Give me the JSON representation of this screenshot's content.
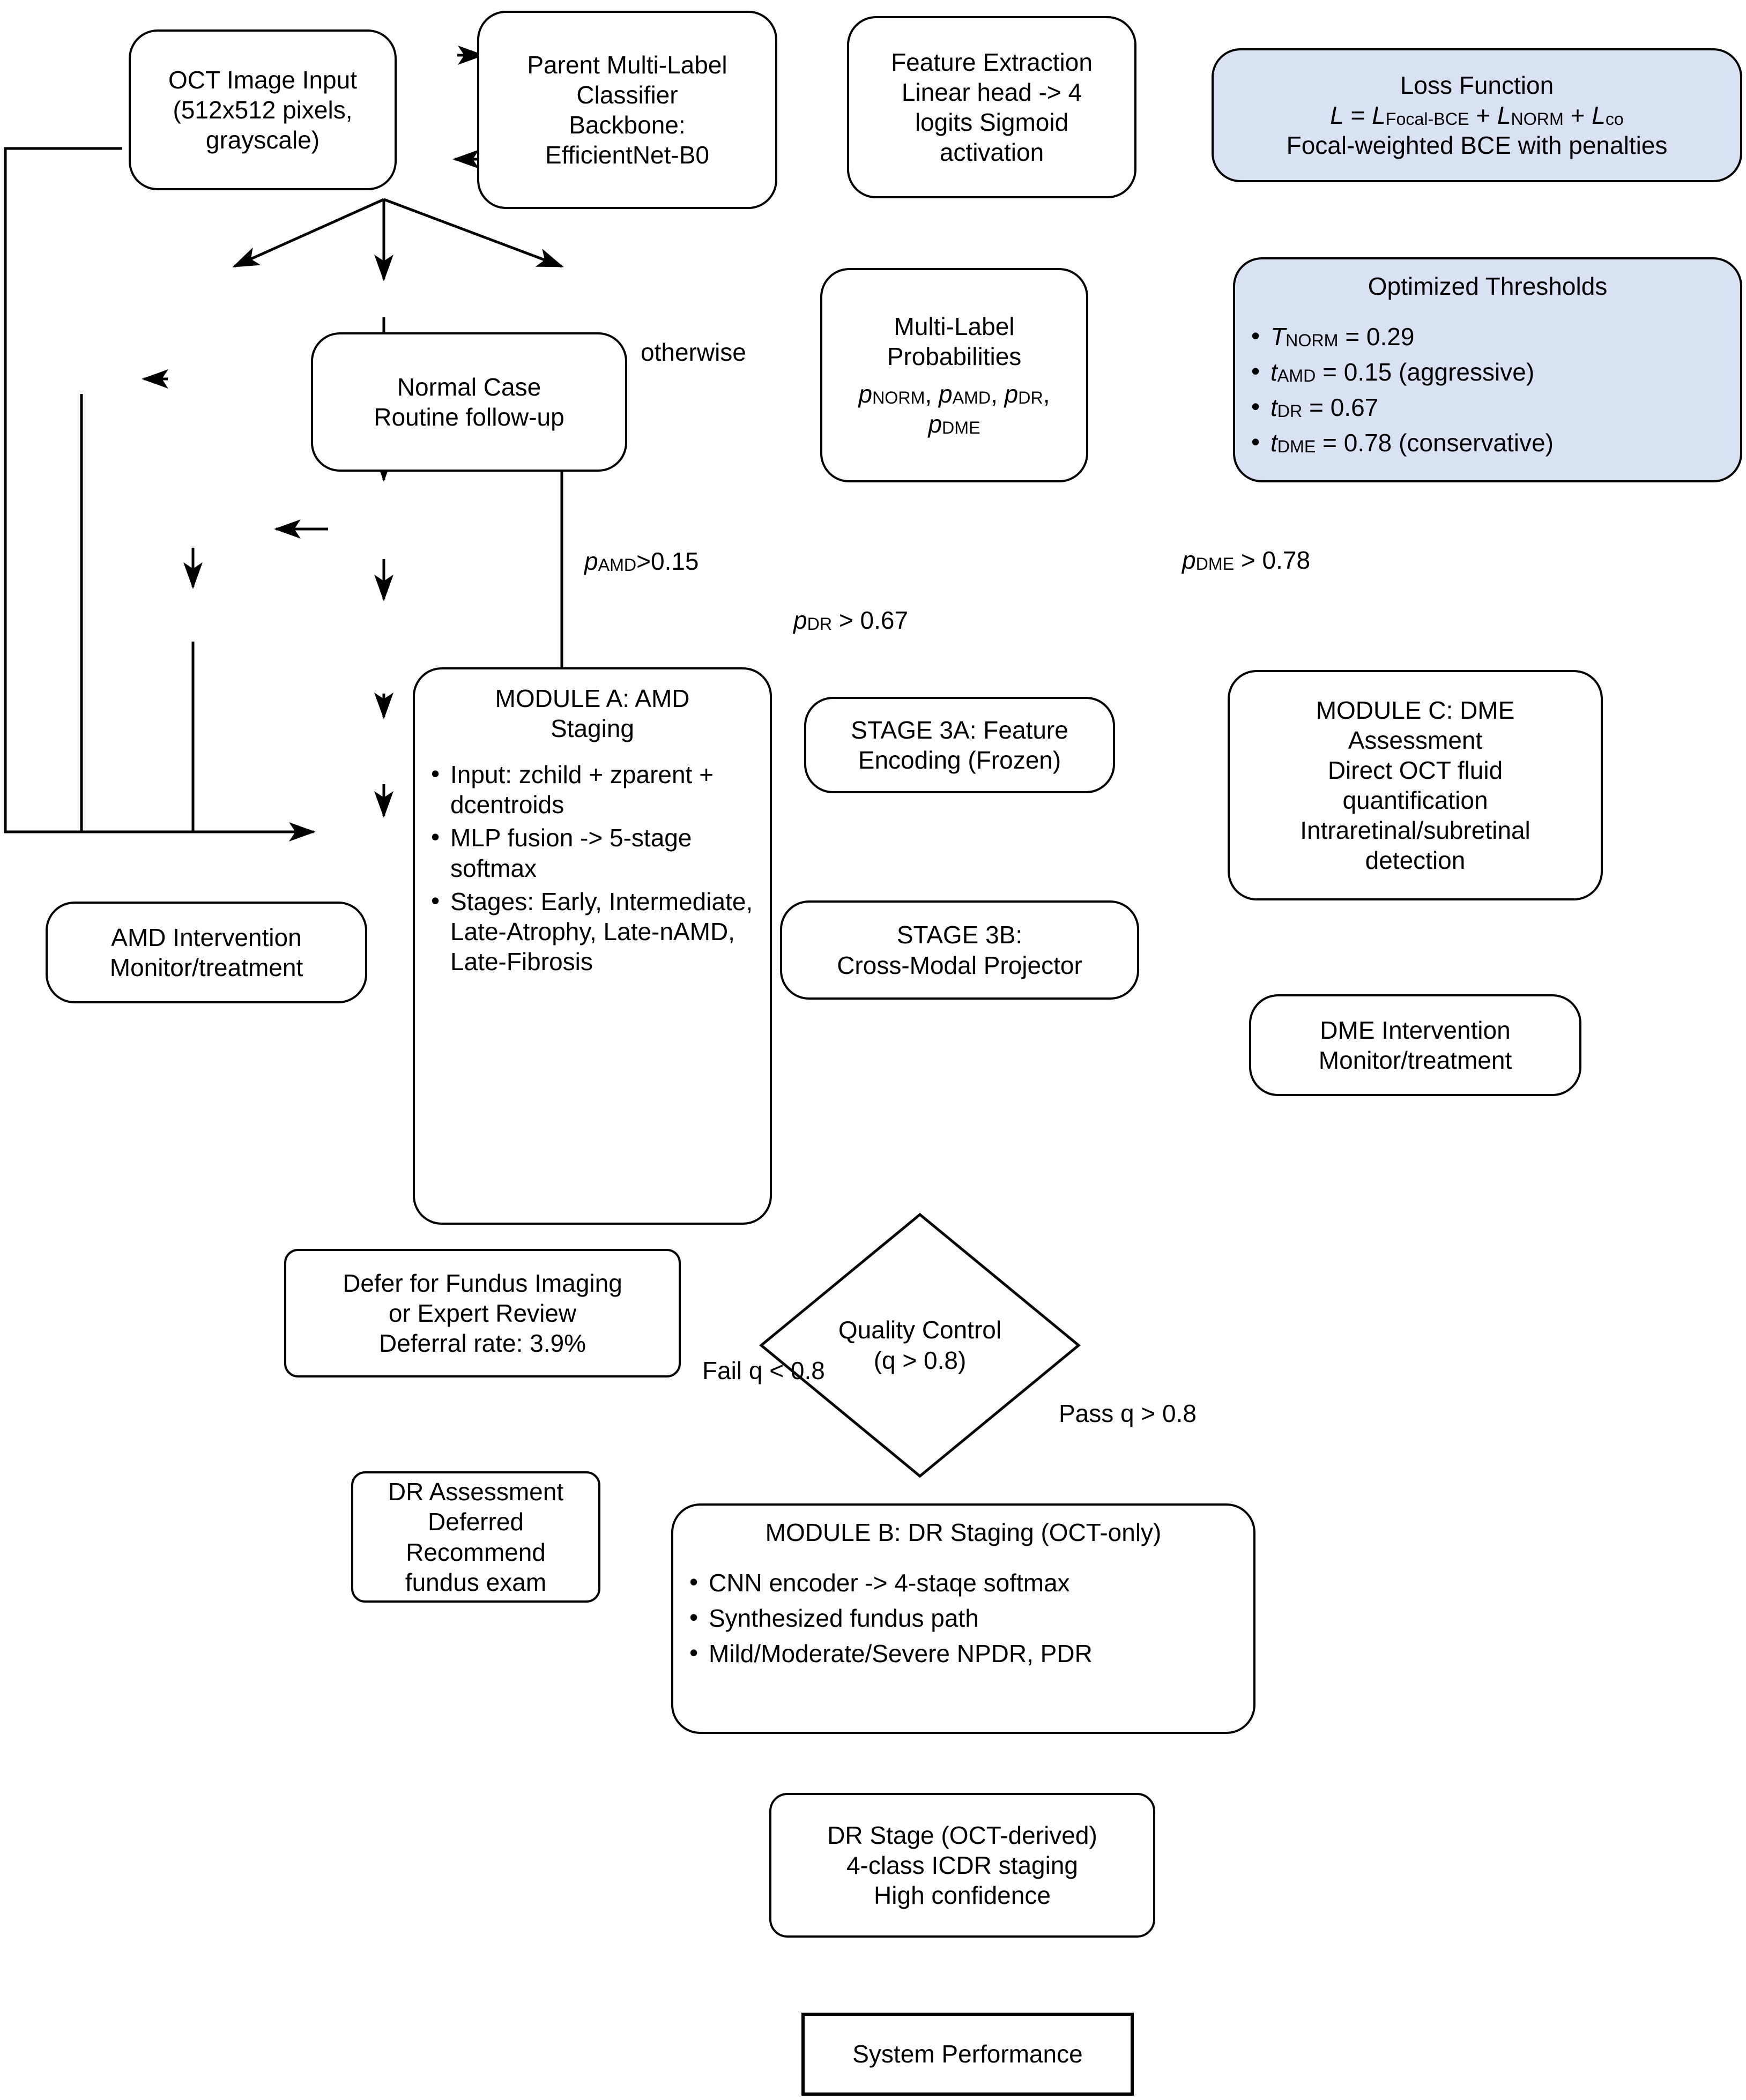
{
  "diagram": {
    "title": "OCT Multi-Label Retinal Disease Staging Pipeline",
    "accent_blue": "#d9e2f3",
    "stroke": "#000000",
    "background": "#ffffff"
  },
  "nodes": {
    "oct_input": {
      "l1": "OCT Image Input",
      "l2": "(512x512 pixels,",
      "l3": "grayscale)"
    },
    "parent_classifier": {
      "l1": "Parent Multi-Label",
      "l2": "Classifier",
      "l3": "Backbone:",
      "l4": "EfficientNet-B0"
    },
    "feature_extraction": {
      "l1": "Feature Extraction",
      "l2": "Linear head -> 4",
      "l3": "logits Sigmoid",
      "l4": "activation"
    },
    "loss_function": {
      "title": "Loss Function",
      "formula_L": "L",
      "formula_eq": " = ",
      "t1": "L",
      "t1sub": "Focal-BCE",
      "plus1": " + ",
      "t2": "L",
      "t2sub": "NORM",
      "plus2": " + ",
      "t3": "L",
      "t3sub": "CO",
      "desc": "Focal-weighted BCE with penalties"
    },
    "optimized_thresholds": {
      "title": "Optimized Thresholds",
      "items": [
        {
          "sym": "T",
          "sub": "NORM",
          "val": " = 0.29"
        },
        {
          "sym": "t",
          "sub": "AMD",
          "val": " = 0.15 (aggressive)"
        },
        {
          "sym": "t",
          "sub": "DR",
          "val": " = 0.67"
        },
        {
          "sym": "t",
          "sub": "DME",
          "val": " = 0.78 (conservative)"
        }
      ]
    },
    "multilabel_probabilities": {
      "l1": "Multi-Label",
      "l2": "Probabilities",
      "p1": "p",
      "p1sub": "NORM",
      "p2": "p",
      "p2sub": "AMD",
      "p3": "p",
      "p3sub": "DR",
      "p4": "p",
      "p4sub": "DME",
      "sep": ", "
    },
    "normal_case": {
      "l1": "Normal Case",
      "l2": "Routine follow-up"
    },
    "module_a": {
      "title1": "MODULE A: AMD",
      "title2": "Staging",
      "bullets": [
        "Input: zchild  + zparent + dcentroids",
        "MLP fusion -> 5-stage softmax",
        "Stages: Early, Intermediate, Late-Atrophy, Late-nAMD, Late-Fibrosis"
      ]
    },
    "stage_3a": {
      "l1": "STAGE 3A:  Feature",
      "l2": "Encoding (Frozen)"
    },
    "stage_3b": {
      "l1": "STAGE 3B:",
      "l2": "Cross-Modal Projector"
    },
    "module_c": {
      "l1": "MODULE C: DME",
      "l2": "Assessment",
      "l3": "Direct OCT fluid",
      "l4": "quantification",
      "l5": "Intraretinal/subretinal",
      "l6": "detection"
    },
    "dme_intervention": {
      "l1": "DME Intervention",
      "l2": "Monitor/treatment"
    },
    "amd_intervention": {
      "l1": "AMD Intervention",
      "l2": "Monitor/treatment"
    },
    "quality_control": {
      "l1": "Quality Control",
      "l2": "(q > 0.8)"
    },
    "defer_fundus": {
      "l1": "Defer for Fundus Imaging",
      "l2": "or Expert Review",
      "l3": "Deferral rate: 3.9%"
    },
    "dr_deferred": {
      "l1": "DR Assessment",
      "l2": "Deferred",
      "l3": "Recommend",
      "l4": "fundus exam"
    },
    "module_b": {
      "title": "MODULE B: DR Staging (OCT-only)",
      "bullets": [
        "CNN encoder -> 4-staqe softmax",
        "Synthesized fundus path",
        "Mild/Moderate/Severe NPDR, PDR"
      ]
    },
    "dr_stage": {
      "l1": "DR Stage (OCT-derived)",
      "l2": "4-class ICDR staging",
      "l3": "High confidence"
    },
    "system_performance": {
      "label": "System Performance"
    }
  },
  "edge_labels": {
    "otherwise": "otherwise",
    "p_amd": {
      "sym": "p",
      "sub": "AMD",
      "rest": ">0.15"
    },
    "p_dr": {
      "sym": "p",
      "sub": "DR",
      "rest": " > 0.67"
    },
    "p_dme": {
      "sym": "p",
      "sub": "DME",
      "rest": " > 0.78"
    },
    "fail_l1": "Fail",
    "fail_l2": "q < 0.8",
    "pass_l1": "Pass",
    "pass_l2": "q > 0.8"
  }
}
